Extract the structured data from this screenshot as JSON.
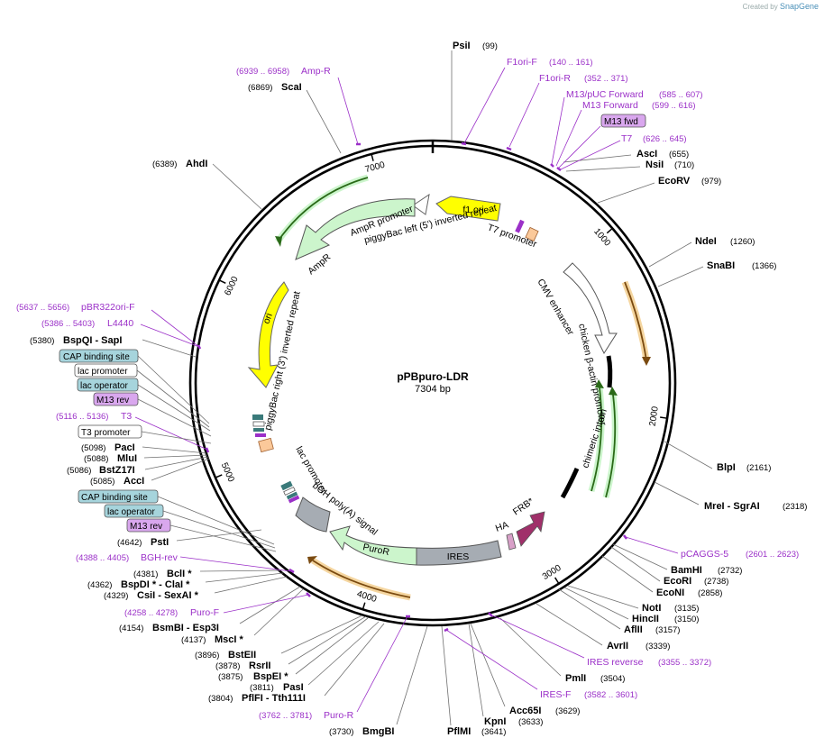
{
  "credit": {
    "created_by": "Created by",
    "brand": "SnapGene"
  },
  "plasmid": {
    "name": "pPBpuro-LDR",
    "size_label": "7304 bp",
    "length": 7304
  },
  "scale_ticks": [
    {
      "bp": 1000,
      "label": "1000"
    },
    {
      "bp": 2000,
      "label": "2000"
    },
    {
      "bp": 3000,
      "label": "3000"
    },
    {
      "bp": 4000,
      "label": "4000"
    },
    {
      "bp": 5000,
      "label": "5000"
    },
    {
      "bp": 6000,
      "label": "6000"
    },
    {
      "bp": 7000,
      "label": "7000"
    }
  ],
  "enzymes": [
    {
      "name": "PsiI",
      "pos": "(99)",
      "bp": 99
    },
    {
      "name": "AscI",
      "pos": "(655)",
      "bp": 655
    },
    {
      "name": "NsiI",
      "pos": "(710)",
      "bp": 710
    },
    {
      "name": "EcoRV",
      "pos": "(979)",
      "bp": 979
    },
    {
      "name": "NdeI",
      "pos": "(1260)",
      "bp": 1260
    },
    {
      "name": "SnaBI",
      "pos": "(1366)",
      "bp": 1366
    },
    {
      "name": "BlpI",
      "pos": "(2161)",
      "bp": 2161
    },
    {
      "name": "MreI  - SgrAI",
      "pos": "(2318)",
      "bp": 2318
    },
    {
      "name": "BamHI",
      "pos": "(2732)",
      "bp": 2732
    },
    {
      "name": "EcoRI",
      "pos": "(2738)",
      "bp": 2738
    },
    {
      "name": "EcoNI",
      "pos": "(2858)",
      "bp": 2858
    },
    {
      "name": "NotI",
      "pos": "(3135)",
      "bp": 3135
    },
    {
      "name": "HincII",
      "pos": "(3150)",
      "bp": 3150
    },
    {
      "name": "AflII",
      "pos": "(3157)",
      "bp": 3157
    },
    {
      "name": "AvrII",
      "pos": "(3339)",
      "bp": 3339
    },
    {
      "name": "PmlI",
      "pos": "(3504)",
      "bp": 3504
    },
    {
      "name": "Acc65I",
      "pos": "(3629)",
      "bp": 3629
    },
    {
      "name": "KpnI",
      "pos": "(3633)",
      "bp": 3633
    },
    {
      "name": "PflMI",
      "pos": "(3641)",
      "bp": 3641
    },
    {
      "name": "BmgBI",
      "pos": "(3730)",
      "bp": 3730
    },
    {
      "name": "PflFI  - Tth111I",
      "pos": "(3804)",
      "bp": 3804
    },
    {
      "name": "PasI",
      "pos": "(3811)",
      "bp": 3811
    },
    {
      "name": "BspEI *",
      "pos": "(3875)",
      "bp": 3875
    },
    {
      "name": "RsrII",
      "pos": "(3878)",
      "bp": 3878
    },
    {
      "name": "BstEII",
      "pos": "(3896)",
      "bp": 3896
    },
    {
      "name": "MscI *",
      "pos": "(4137)",
      "bp": 4137
    },
    {
      "name": "BsmBI  - Esp3I",
      "pos": "(4154)",
      "bp": 4154
    },
    {
      "name": "CsiI  - SexAI *",
      "pos": "(4329)",
      "bp": 4329
    },
    {
      "name": "BspDI *  - ClaI *",
      "pos": "(4362)",
      "bp": 4362
    },
    {
      "name": "BclI *",
      "pos": "(4381)",
      "bp": 4381
    },
    {
      "name": "PstI",
      "pos": "(4642)",
      "bp": 4642
    },
    {
      "name": "AccI",
      "pos": "(5085)",
      "bp": 5085
    },
    {
      "name": "BstZ17I",
      "pos": "(5086)",
      "bp": 5086
    },
    {
      "name": "MluI",
      "pos": "(5088)",
      "bp": 5088
    },
    {
      "name": "PacI",
      "pos": "(5098)",
      "bp": 5098
    },
    {
      "name": "BspQI  - SapI",
      "pos": "(5380)",
      "bp": 5380
    },
    {
      "name": "AhdI",
      "pos": "(6389)",
      "bp": 6389
    },
    {
      "name": "ScaI",
      "pos": "(6869)",
      "bp": 6869
    }
  ],
  "primers": [
    {
      "name": "F1ori-F",
      "pos": "(140 .. 161)"
    },
    {
      "name": "F1ori-R",
      "pos": "(352 .. 371)"
    },
    {
      "name": "M13/pUC Forward",
      "pos": "(585 .. 607)"
    },
    {
      "name": "M13 Forward",
      "pos": "(599 .. 616)"
    },
    {
      "name": "T7",
      "pos": "(626 .. 645)"
    },
    {
      "name": "pCAGGS-5",
      "pos": "(2601 .. 2623)"
    },
    {
      "name": "IRES reverse",
      "pos": "(3355 .. 3372)"
    },
    {
      "name": "IRES-F",
      "pos": "(3582 .. 3601)"
    },
    {
      "name": "Puro-R",
      "pos": "(3762 .. 3781)"
    },
    {
      "name": "Puro-F",
      "pos": "(4258 .. 4278)"
    },
    {
      "name": "BGH-rev",
      "pos": "(4388 .. 4405)"
    },
    {
      "name": "T3",
      "pos": "(5116 .. 5136)"
    },
    {
      "name": "L4440",
      "pos": "(5386 .. 5403)"
    },
    {
      "name": "pBR322ori-F",
      "pos": "(5637 .. 5656)"
    },
    {
      "name": "Amp-R",
      "pos": "(6939 .. 6958)"
    }
  ],
  "boxed_labels": {
    "m13fwd": "M13 fwd",
    "cap1": "CAP binding site",
    "lacprom1": "lac promoter",
    "lacop1": "lac operator",
    "m13rev1": "M13 rev",
    "t3prom": "T3 promoter",
    "cap2": "CAP binding site",
    "lacop2": "lac operator",
    "m13rev2": "M13 rev"
  },
  "features": {
    "f1ori": "f1 ori",
    "t7prom": "T7 promoter",
    "pb_left": "piggyBac left (5') inverted repeat",
    "ampr_prom": "AmpR promoter",
    "ampr": "AmpR",
    "ori": "ori",
    "pb_right": "piggyBac right (3') inverted repeat",
    "cmv": "CMV enhancer",
    "chicken": "chicken β-actin promoter",
    "intron": "chimeric intron",
    "frb": "FRB*",
    "ha": "HA",
    "ires": "IRES",
    "puror": "PuroR",
    "bgh": "bGH poly(A) signal",
    "lacprom": "lac promoter"
  },
  "colors": {
    "backbone": "#000000",
    "enzyme_line": "#707070",
    "primer": "#9b30c8",
    "f1ori": "#ffff00",
    "ampr": "#ccf5cc",
    "promoter": "#ffffff",
    "ires": "#a6acb3",
    "frb": "#a0306a",
    "orange_arrow": "#ffc060"
  }
}
